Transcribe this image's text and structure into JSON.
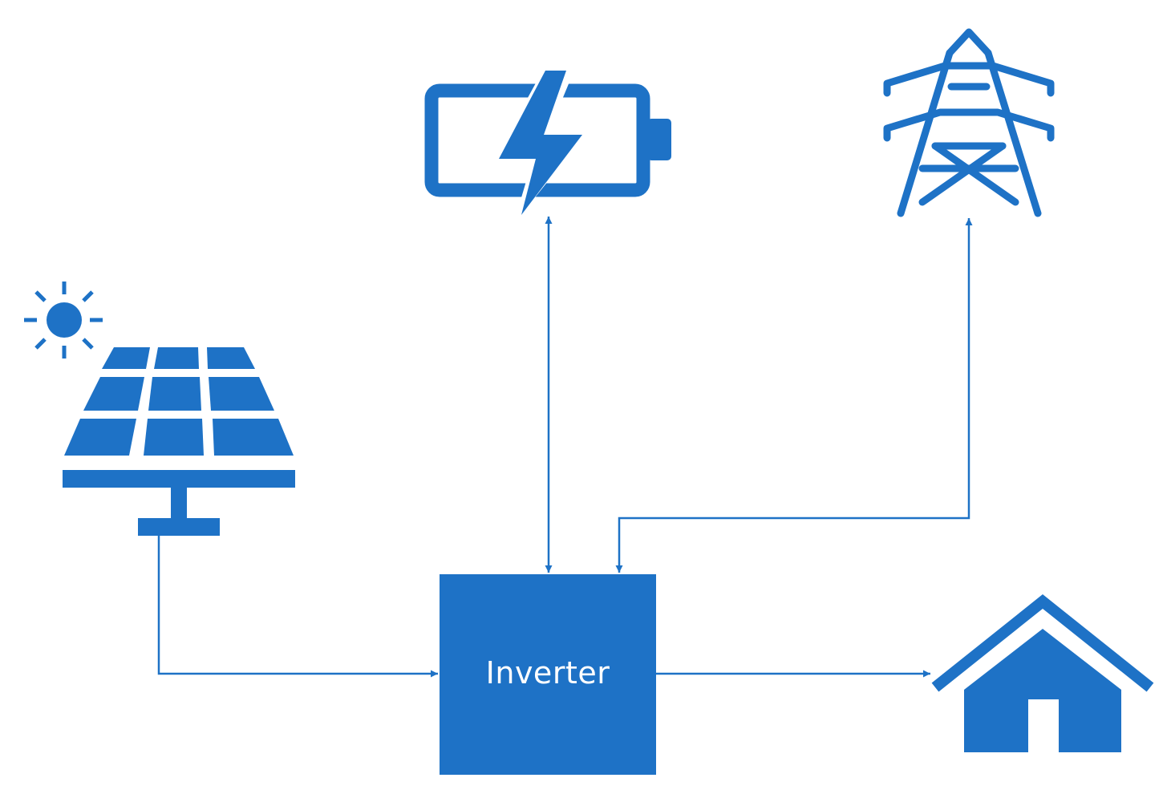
{
  "colors": {
    "accent": "#1e72c6",
    "background": "#ffffff"
  },
  "nodes": {
    "solar": {
      "icon": "solar-panel-icon",
      "sun_icon": "sun-icon"
    },
    "battery": {
      "icon": "battery-charging-icon"
    },
    "grid": {
      "icon": "transmission-tower-icon"
    },
    "inverter": {
      "label": "Inverter"
    },
    "home": {
      "icon": "house-icon"
    }
  },
  "connections": [
    {
      "from": "solar",
      "to": "inverter",
      "direction": "one-way"
    },
    {
      "from": "inverter",
      "to": "battery",
      "direction": "two-way"
    },
    {
      "from": "inverter",
      "to": "grid",
      "direction": "two-way"
    },
    {
      "from": "inverter",
      "to": "home",
      "direction": "one-way"
    }
  ]
}
